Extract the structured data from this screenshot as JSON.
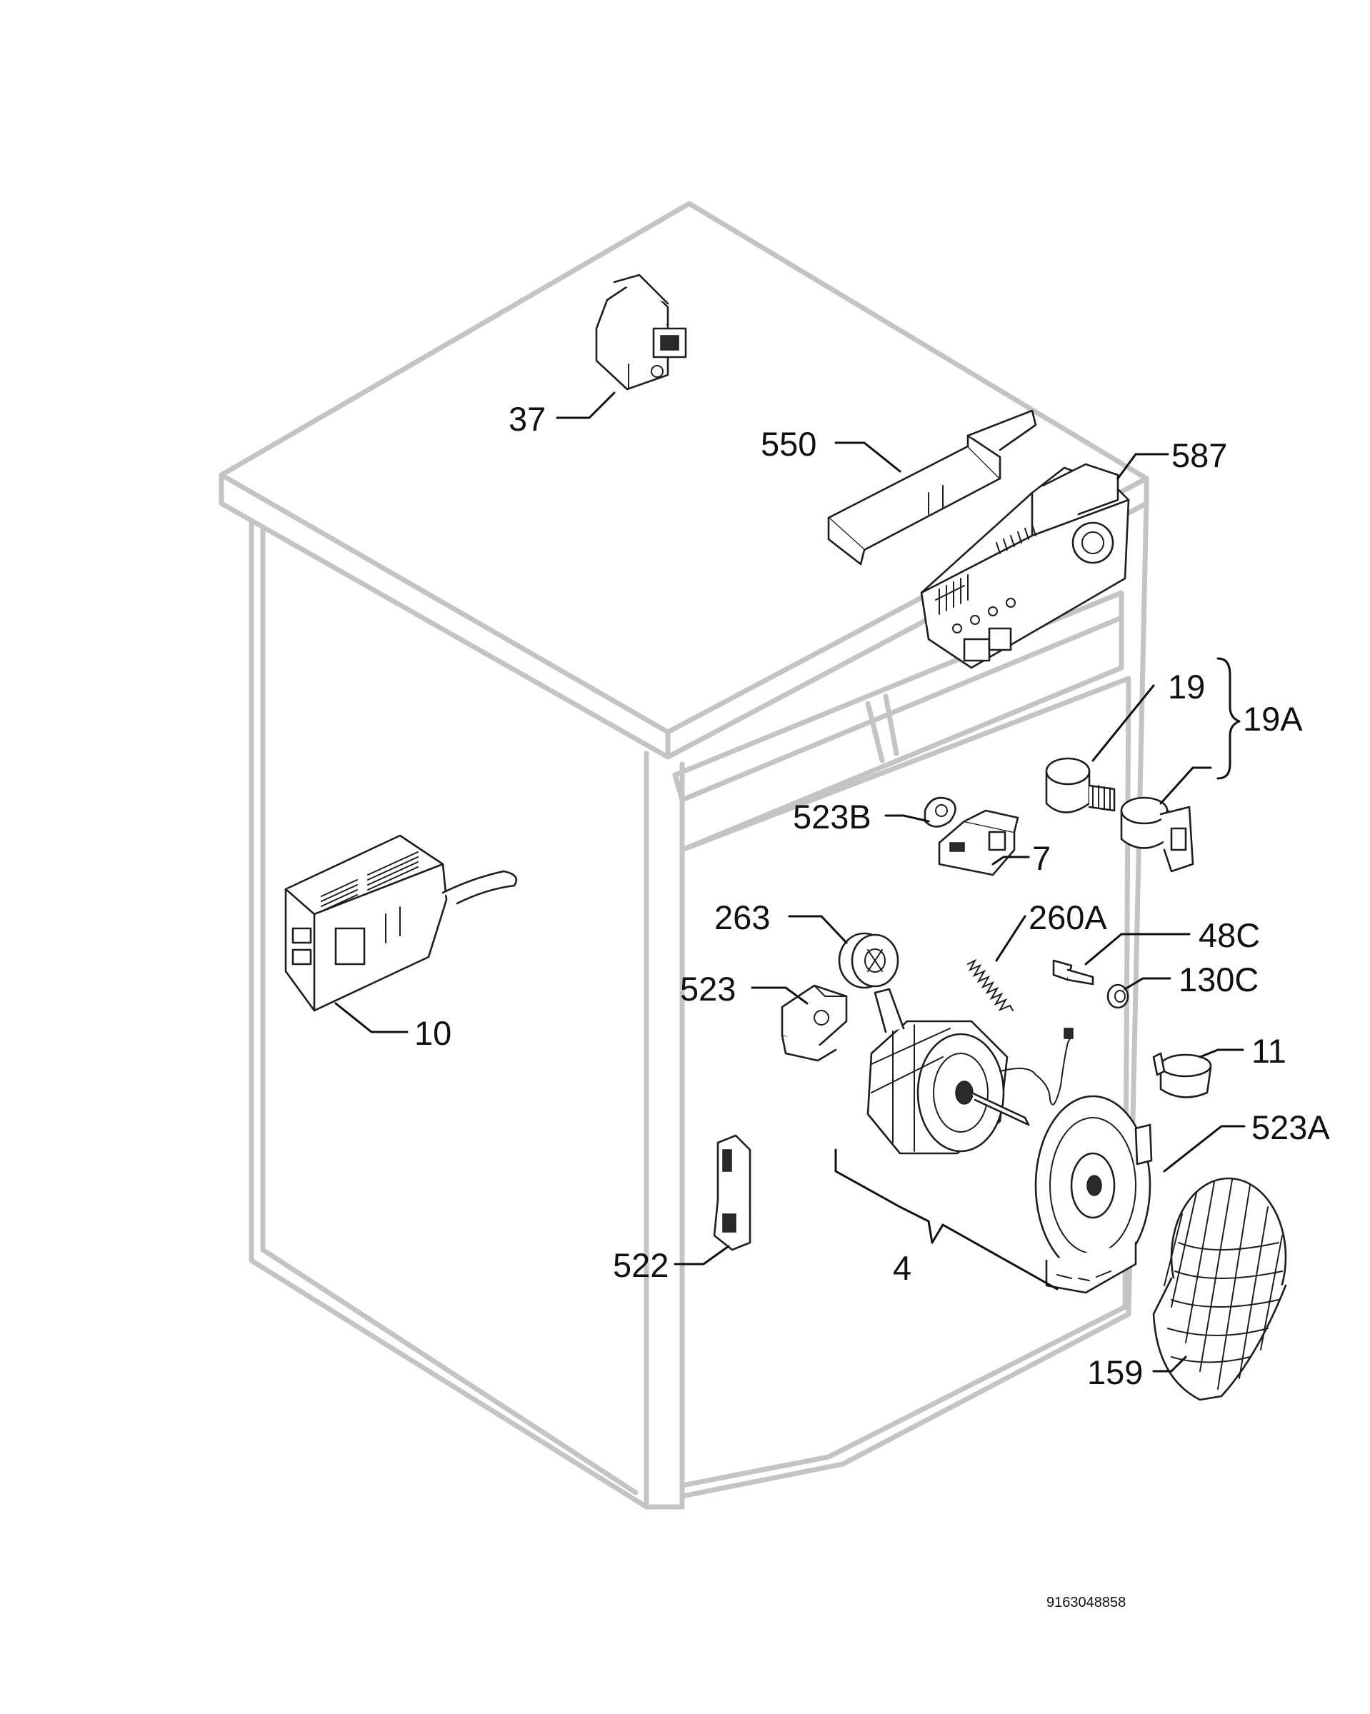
{
  "labels": {
    "p37": "37",
    "p550": "550",
    "p587": "587",
    "p19": "19",
    "p19a": "19A",
    "p523b": "523B",
    "p7": "7",
    "p10": "10",
    "p263": "263",
    "p260a": "260A",
    "p48c": "48C",
    "p523": "523",
    "p130c": "130C",
    "p11": "11",
    "p523a": "523A",
    "p522": "522",
    "p4": "4",
    "p159": "159"
  },
  "drawing_number": "9163048858",
  "colors": {
    "cabinet": "#c4c4c4",
    "lines": "#1e1e1e"
  }
}
